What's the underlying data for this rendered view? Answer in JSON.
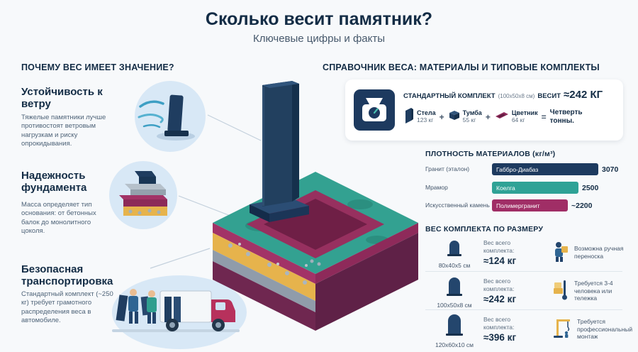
{
  "header": {
    "title": "Сколько весит памятник?",
    "subtitle": "Ключевые цифры и факты"
  },
  "why": {
    "heading": "ПОЧЕМУ ВЕС ИМЕЕТ ЗНАЧЕНИЕ?",
    "items": [
      {
        "title": "Устойчивость к ветру",
        "text": "Тяжелые памятники лучше противостоят ветровым нагрузкам и риску опрокидывания.",
        "icon": "wind-monument-illustration"
      },
      {
        "title": "Надежность фундамента",
        "text": "Масса определяет тип основания: от бетонных балок до монолитного цоколя.",
        "icon": "foundation-layers-illustration"
      },
      {
        "title": "Безопасная транспортировка",
        "text": "Стандартный комплект (~250 кг) требует грамотного распределения веса в автомобиле.",
        "icon": "truck-loading-illustration"
      }
    ]
  },
  "reference": {
    "heading": "СПРАВОЧНИК ВЕСА: МАТЕРИАЛЫ И ТИПОВЫЕ КОМПЛЕКТЫ",
    "kit": {
      "name": "СТАНДАРТНЫЙ КОМПЛЕКТ",
      "size": "(100x50x8 см)",
      "verb": "ВЕСИТ",
      "total": "≈242 КГ",
      "parts": [
        {
          "name": "Стела",
          "weight": "123 кг",
          "icon": "stela-icon"
        },
        {
          "name": "Тумба",
          "weight": "55 кг",
          "icon": "tumba-icon"
        },
        {
          "name": "Цветник",
          "weight": "64 кг",
          "icon": "flowerbed-icon"
        }
      ],
      "plus": "+",
      "equals": "=",
      "equivalent": "Четверть тонны.",
      "badge_icon": "kitchen-scale-icon"
    },
    "by_size": {
      "heading": "ВЕС КОМПЛЕКТА ПО РАЗМЕРУ",
      "rows": [
        {
          "size": "80x40x5 см",
          "label": "Вес всего комплекта:",
          "weight": "≈124 кг",
          "note": "Возможна ручная переноска",
          "icon": "person-carrying-icon"
        },
        {
          "size": "100x50x8 см",
          "label": "Вес всего комплекта:",
          "weight": "≈242 кг",
          "note": "Требуется 3-4 человека или тележка",
          "icon": "hand-truck-icon"
        },
        {
          "size": "120x60x10 см",
          "label": "Вес всего комплекта:",
          "weight": "≈396 кг",
          "note": "Требуется профессиональный монтаж",
          "icon": "crane-icon"
        }
      ]
    }
  },
  "chart_data": {
    "type": "bar",
    "orientation": "horizontal",
    "title": "ПЛОТНОСТЬ МАТЕРИАЛОВ (кг/м³)",
    "categories": [
      "Гранит (эталон)",
      "Мрамор",
      "Искусственный камень"
    ],
    "bar_labels": [
      "Габбро-Диабаз",
      "Коелга",
      "Полимергранит"
    ],
    "values": [
      3070,
      2500,
      2200
    ],
    "value_labels": [
      "3070",
      "2500",
      "~2200"
    ],
    "colors": [
      "#1d3a5f",
      "#2fa296",
      "#a02e66"
    ],
    "xlim": [
      0,
      3070
    ],
    "legend": "none",
    "grid": false
  },
  "palette": {
    "navy": "#1d3a5f",
    "teal": "#2fa296",
    "magenta": "#a02e66",
    "yellow": "#e6b34c",
    "background": "#f7f9fb"
  }
}
